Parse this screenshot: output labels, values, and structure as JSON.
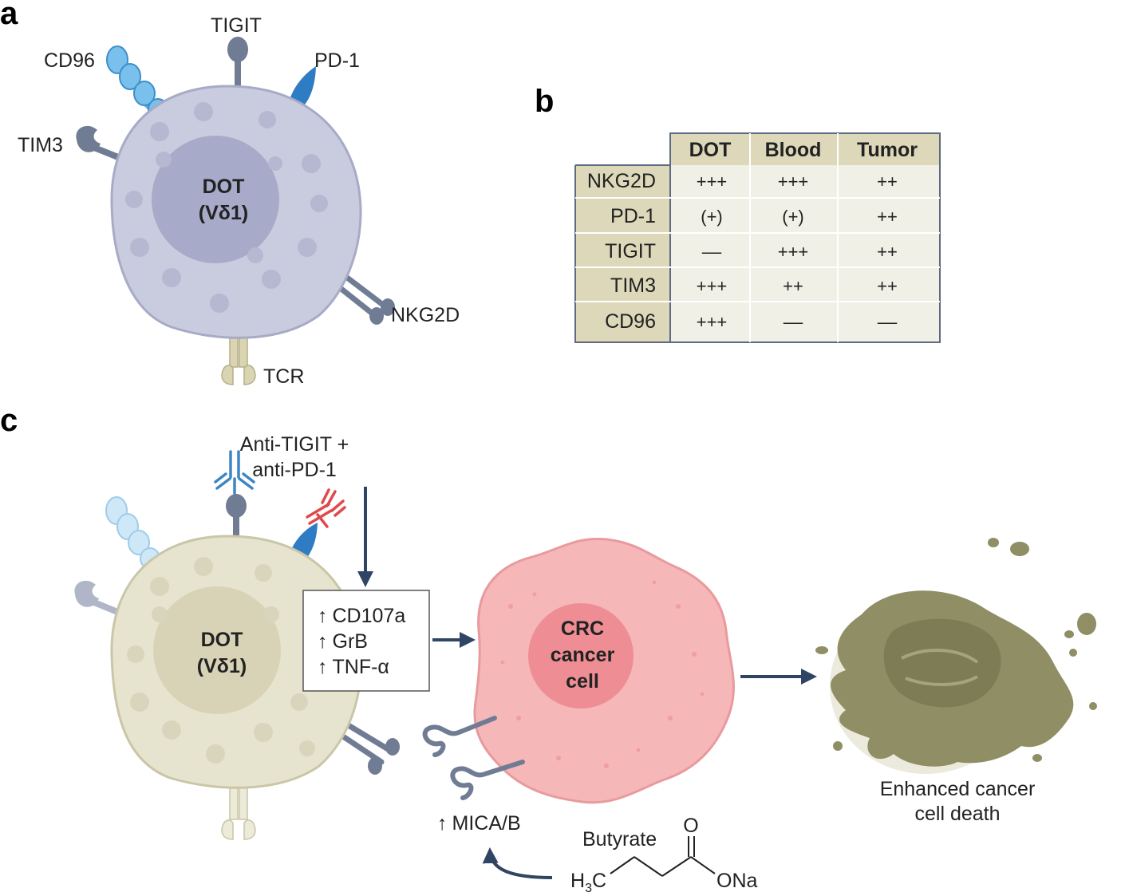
{
  "panels": {
    "a": "a",
    "b": "b",
    "c": "c"
  },
  "panel_a": {
    "cell_line1": "DOT",
    "cell_line2": "(Vδ1)",
    "receptors": {
      "tigit": "TIGIT",
      "pd1": "PD-1",
      "cd96": "CD96",
      "tim3": "TIM3",
      "nkg2d": "NKG2D",
      "tcr": "TCR"
    }
  },
  "panel_b": {
    "columns": [
      "DOT",
      "Blood",
      "Tumor"
    ],
    "rows": [
      {
        "label": "NKG2D",
        "values": [
          "+++",
          "+++",
          "++"
        ]
      },
      {
        "label": "PD-1",
        "values": [
          "(+)",
          "(+)",
          "++"
        ]
      },
      {
        "label": "TIGIT",
        "values": [
          "––",
          "+++",
          "++"
        ]
      },
      {
        "label": "TIM3",
        "values": [
          "+++",
          "++",
          "++"
        ]
      },
      {
        "label": "CD96",
        "values": [
          "+++",
          "––",
          "––"
        ]
      }
    ]
  },
  "panel_c": {
    "treatment_line1": "Anti-TIGIT +",
    "treatment_line2": "anti-PD-1",
    "dot_line1": "DOT",
    "dot_line2": "(Vδ1)",
    "effects": [
      "CD107a",
      "GrB",
      "TNF-α"
    ],
    "up_arrow": "↑",
    "cancer_line1": "CRC",
    "cancer_line2": "cancer",
    "cancer_line3": "cell",
    "mica": "MICA/B",
    "butyrate": "Butyrate",
    "chem_o": "O",
    "chem_h3c_h": "H",
    "chem_h3c_3": "3",
    "chem_h3c_c": "C",
    "chem_ona": "ONa",
    "death_line1": "Enhanced cancer",
    "death_line2": "cell death"
  },
  "colors": {
    "dot_cell_a": "#c9ccdf",
    "dot_cell_c": "#e6e3cf",
    "receptor_grey": "#6f7c94",
    "pd1_blue": "#2d7cc4",
    "cd96_blue": "#79c0ec",
    "antibody_blue": "#3d86c6",
    "antibody_red": "#e0494b",
    "cancer_pink": "#f6b7b9",
    "dead_cell": "#8f8e64",
    "table_header": "#dcd8b9",
    "table_body": "#f1f0e6",
    "arrow": "#2f4563"
  }
}
